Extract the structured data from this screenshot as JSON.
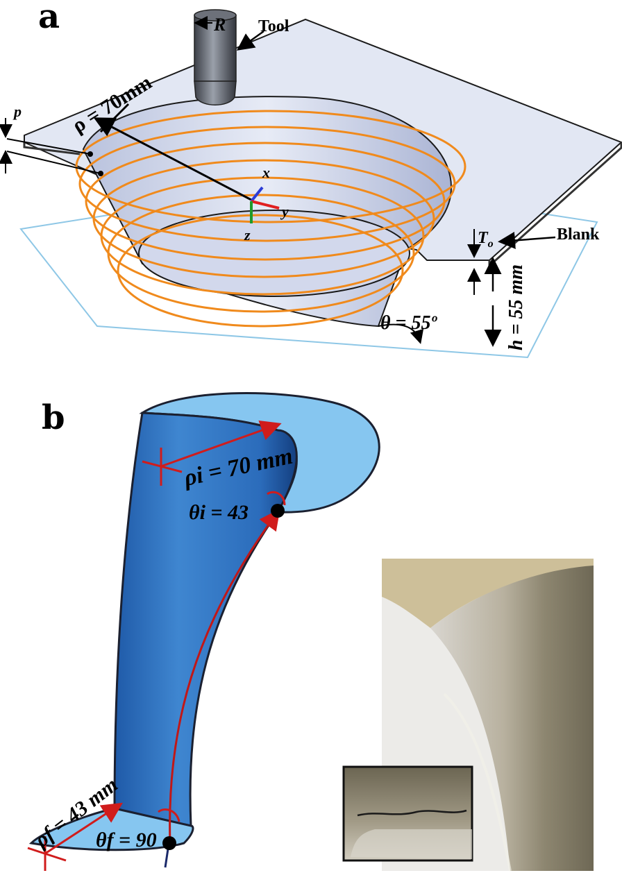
{
  "panel_a": {
    "letter": "a",
    "tool_label": "Tool",
    "tool_radius_symbol": "R",
    "blank_label": "Blank",
    "radius_label": "ρ = 70mm",
    "step_symbol": "p",
    "thickness_symbol": "T",
    "thickness_subscript": "o",
    "height_label": "h = 55 mm",
    "angle_label": "θ = 55º",
    "axis_x": "x",
    "axis_y": "y",
    "axis_z": "z",
    "colors": {
      "toolpath": "#f08a1c",
      "blank": "#dfe5f3",
      "wall": "#c7cfe6",
      "outline": "#8ec7e6"
    }
  },
  "panel_b": {
    "letter": "b",
    "rho_i_label": "ρi = 70 mm",
    "theta_i_label": "θi = 43",
    "rho_f_label": "ρf = 43 mm",
    "theta_f_label": "θf = 90",
    "colors": {
      "surface_light": "#84c4f0",
      "surface_dark": "#2f6fb8",
      "marker": "#d01c1c",
      "line": "#1b2a6a"
    }
  }
}
